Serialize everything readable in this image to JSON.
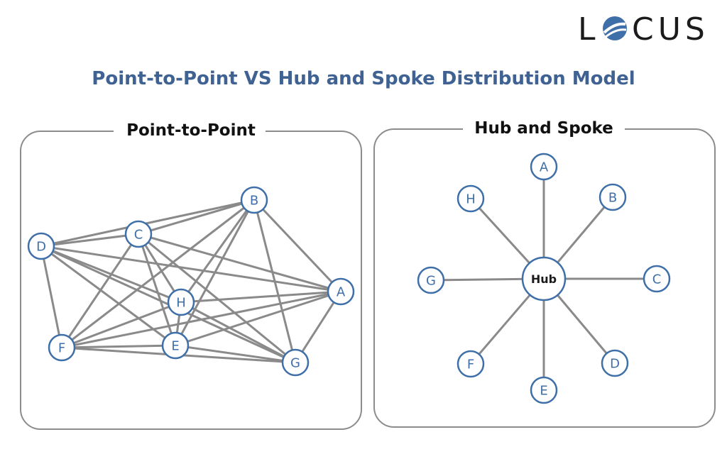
{
  "logo": {
    "text_left": "L",
    "text_right": "CUS",
    "mark_color": "#3f6fa8"
  },
  "title": "Point-to-Point VS Hub and Spoke Distribution Model",
  "colors": {
    "title": "#3f6293",
    "node_stroke": "#3f6fa8",
    "edge": "#8a8a8a",
    "panel_border": "#8c8c8c"
  },
  "point_to_point": {
    "heading": "Point-to-Point",
    "nodes": [
      "A",
      "B",
      "C",
      "D",
      "E",
      "F",
      "G",
      "H"
    ],
    "edges": [
      [
        "D",
        "B"
      ],
      [
        "D",
        "C"
      ],
      [
        "D",
        "A"
      ],
      [
        "D",
        "G"
      ],
      [
        "D",
        "E"
      ],
      [
        "D",
        "H"
      ],
      [
        "D",
        "F"
      ],
      [
        "C",
        "B"
      ],
      [
        "C",
        "A"
      ],
      [
        "C",
        "E"
      ],
      [
        "C",
        "G"
      ],
      [
        "C",
        "F"
      ],
      [
        "C",
        "H"
      ],
      [
        "B",
        "A"
      ],
      [
        "B",
        "G"
      ],
      [
        "B",
        "E"
      ],
      [
        "B",
        "F"
      ],
      [
        "B",
        "H"
      ],
      [
        "F",
        "A"
      ],
      [
        "F",
        "E"
      ],
      [
        "F",
        "G"
      ],
      [
        "F",
        "H"
      ],
      [
        "H",
        "A"
      ],
      [
        "H",
        "E"
      ],
      [
        "H",
        "G"
      ],
      [
        "E",
        "A"
      ],
      [
        "E",
        "G"
      ],
      [
        "A",
        "G"
      ]
    ]
  },
  "hub_and_spoke": {
    "heading": "Hub and Spoke",
    "hub_label": "Hub",
    "spokes": [
      "A",
      "B",
      "C",
      "D",
      "E",
      "F",
      "G",
      "H"
    ]
  }
}
